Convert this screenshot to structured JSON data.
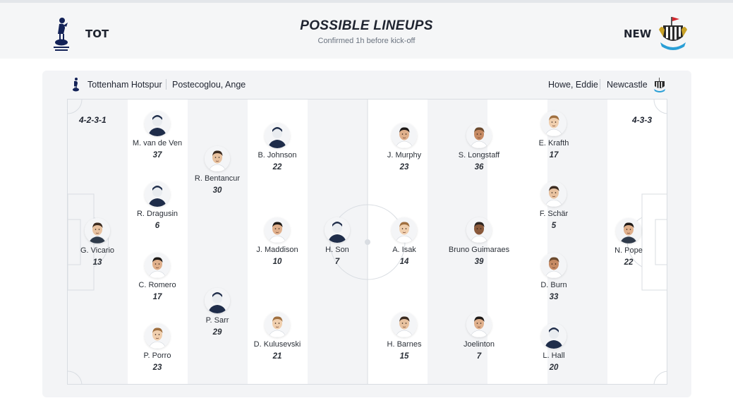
{
  "header": {
    "title": "POSSIBLE LINEUPS",
    "subtitle": "Confirmed 1h before kick-off",
    "home_abbr": "TOT",
    "away_abbr": "NEW"
  },
  "infobar": {
    "home_team": "Tottenham Hotspur",
    "home_manager": "Postecoglou, Ange",
    "away_manager": "Howe, Eddie",
    "away_team": "Newcastle"
  },
  "formations": {
    "home": "4-2-3-1",
    "away": "4-3-3"
  },
  "home_players": [
    {
      "name": "G. Vicario",
      "number": "13",
      "photo": "gk-face"
    },
    {
      "name": "M. van de Ven",
      "number": "37",
      "photo": "silhouette"
    },
    {
      "name": "R. Dragusin",
      "number": "6",
      "photo": "silhouette"
    },
    {
      "name": "C. Romero",
      "number": "17",
      "photo": "face"
    },
    {
      "name": "P. Porro",
      "number": "23",
      "photo": "face"
    },
    {
      "name": "R. Bentancur",
      "number": "30",
      "photo": "face"
    },
    {
      "name": "P. Sarr",
      "number": "29",
      "photo": "silhouette"
    },
    {
      "name": "B. Johnson",
      "number": "22",
      "photo": "silhouette"
    },
    {
      "name": "J. Maddison",
      "number": "10",
      "photo": "face"
    },
    {
      "name": "D. Kulusevski",
      "number": "21",
      "photo": "face"
    },
    {
      "name": "H. Son",
      "number": "7",
      "photo": "silhouette"
    }
  ],
  "away_players": [
    {
      "name": "J. Murphy",
      "number": "23",
      "photo": "face"
    },
    {
      "name": "A. Isak",
      "number": "14",
      "photo": "face"
    },
    {
      "name": "H. Barnes",
      "number": "15",
      "photo": "face"
    },
    {
      "name": "S. Longstaff",
      "number": "36",
      "photo": "face"
    },
    {
      "name": "Bruno Guimaraes",
      "number": "39",
      "photo": "face"
    },
    {
      "name": "Joelinton",
      "number": "7",
      "photo": "face"
    },
    {
      "name": "E. Krafth",
      "number": "17",
      "photo": "face"
    },
    {
      "name": "F. Schär",
      "number": "5",
      "photo": "face"
    },
    {
      "name": "D. Burn",
      "number": "33",
      "photo": "face"
    },
    {
      "name": "L. Hall",
      "number": "20",
      "photo": "silhouette"
    },
    {
      "name": "N. Pope",
      "number": "22",
      "photo": "gk-face"
    }
  ],
  "icons": {
    "home_crest": "tottenham-crest-icon",
    "away_crest": "newcastle-crest-icon"
  }
}
